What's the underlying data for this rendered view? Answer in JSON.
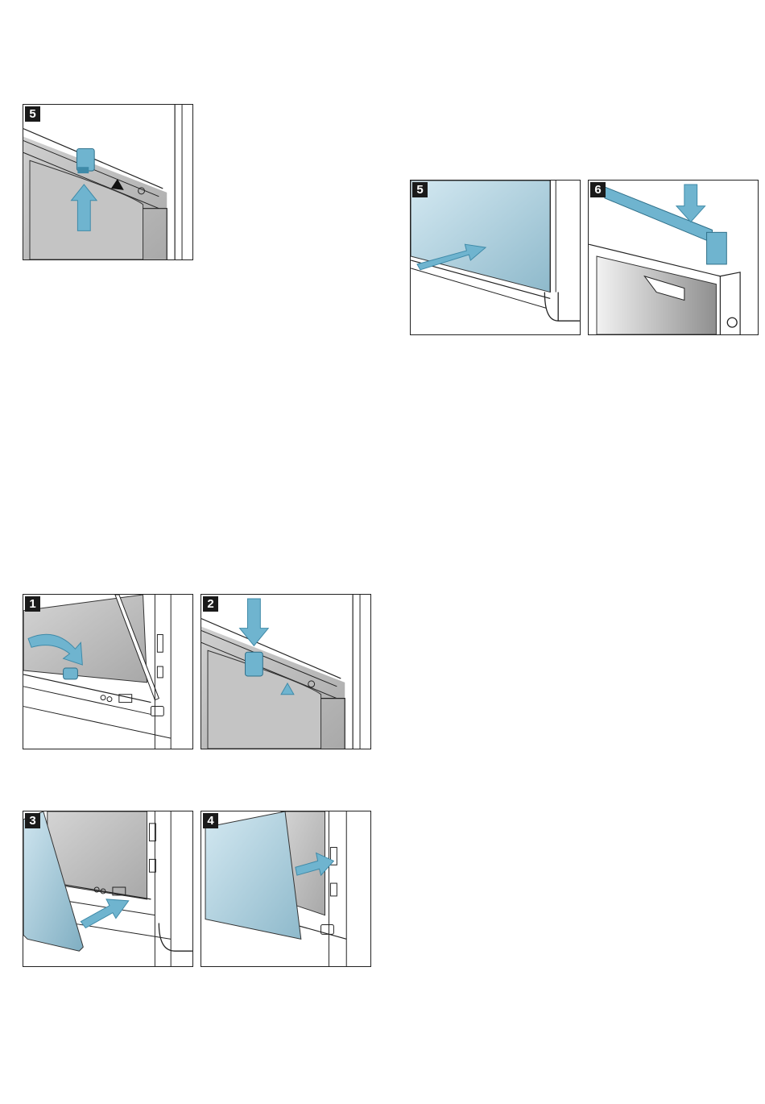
{
  "colors": {
    "accent": "#6fb4cf",
    "accent_dark": "#3f8aa8",
    "glass_light": "#c8e2ee",
    "glass_dark": "#8ab6c9",
    "door_gray": "#b9b9b9",
    "line": "#222222"
  },
  "figures": [
    {
      "step": "5",
      "name": "figure-a-step-5",
      "depicts": "up-arrow-icon"
    },
    {
      "step": "5",
      "name": "figure-b-step-5",
      "depicts": "right-arrow-icon"
    },
    {
      "step": "6",
      "name": "figure-b-step-6",
      "depicts": "down-arrow-icon"
    },
    {
      "step": "1",
      "name": "figure-c-step-1",
      "depicts": "curved-arrow-icon"
    },
    {
      "step": "2",
      "name": "figure-c-step-2",
      "depicts": "down-arrow-icon"
    },
    {
      "step": "3",
      "name": "figure-c-step-3",
      "depicts": "diagonal-arrow-icon"
    },
    {
      "step": "4",
      "name": "figure-c-step-4",
      "depicts": "right-arrow-icon"
    }
  ]
}
